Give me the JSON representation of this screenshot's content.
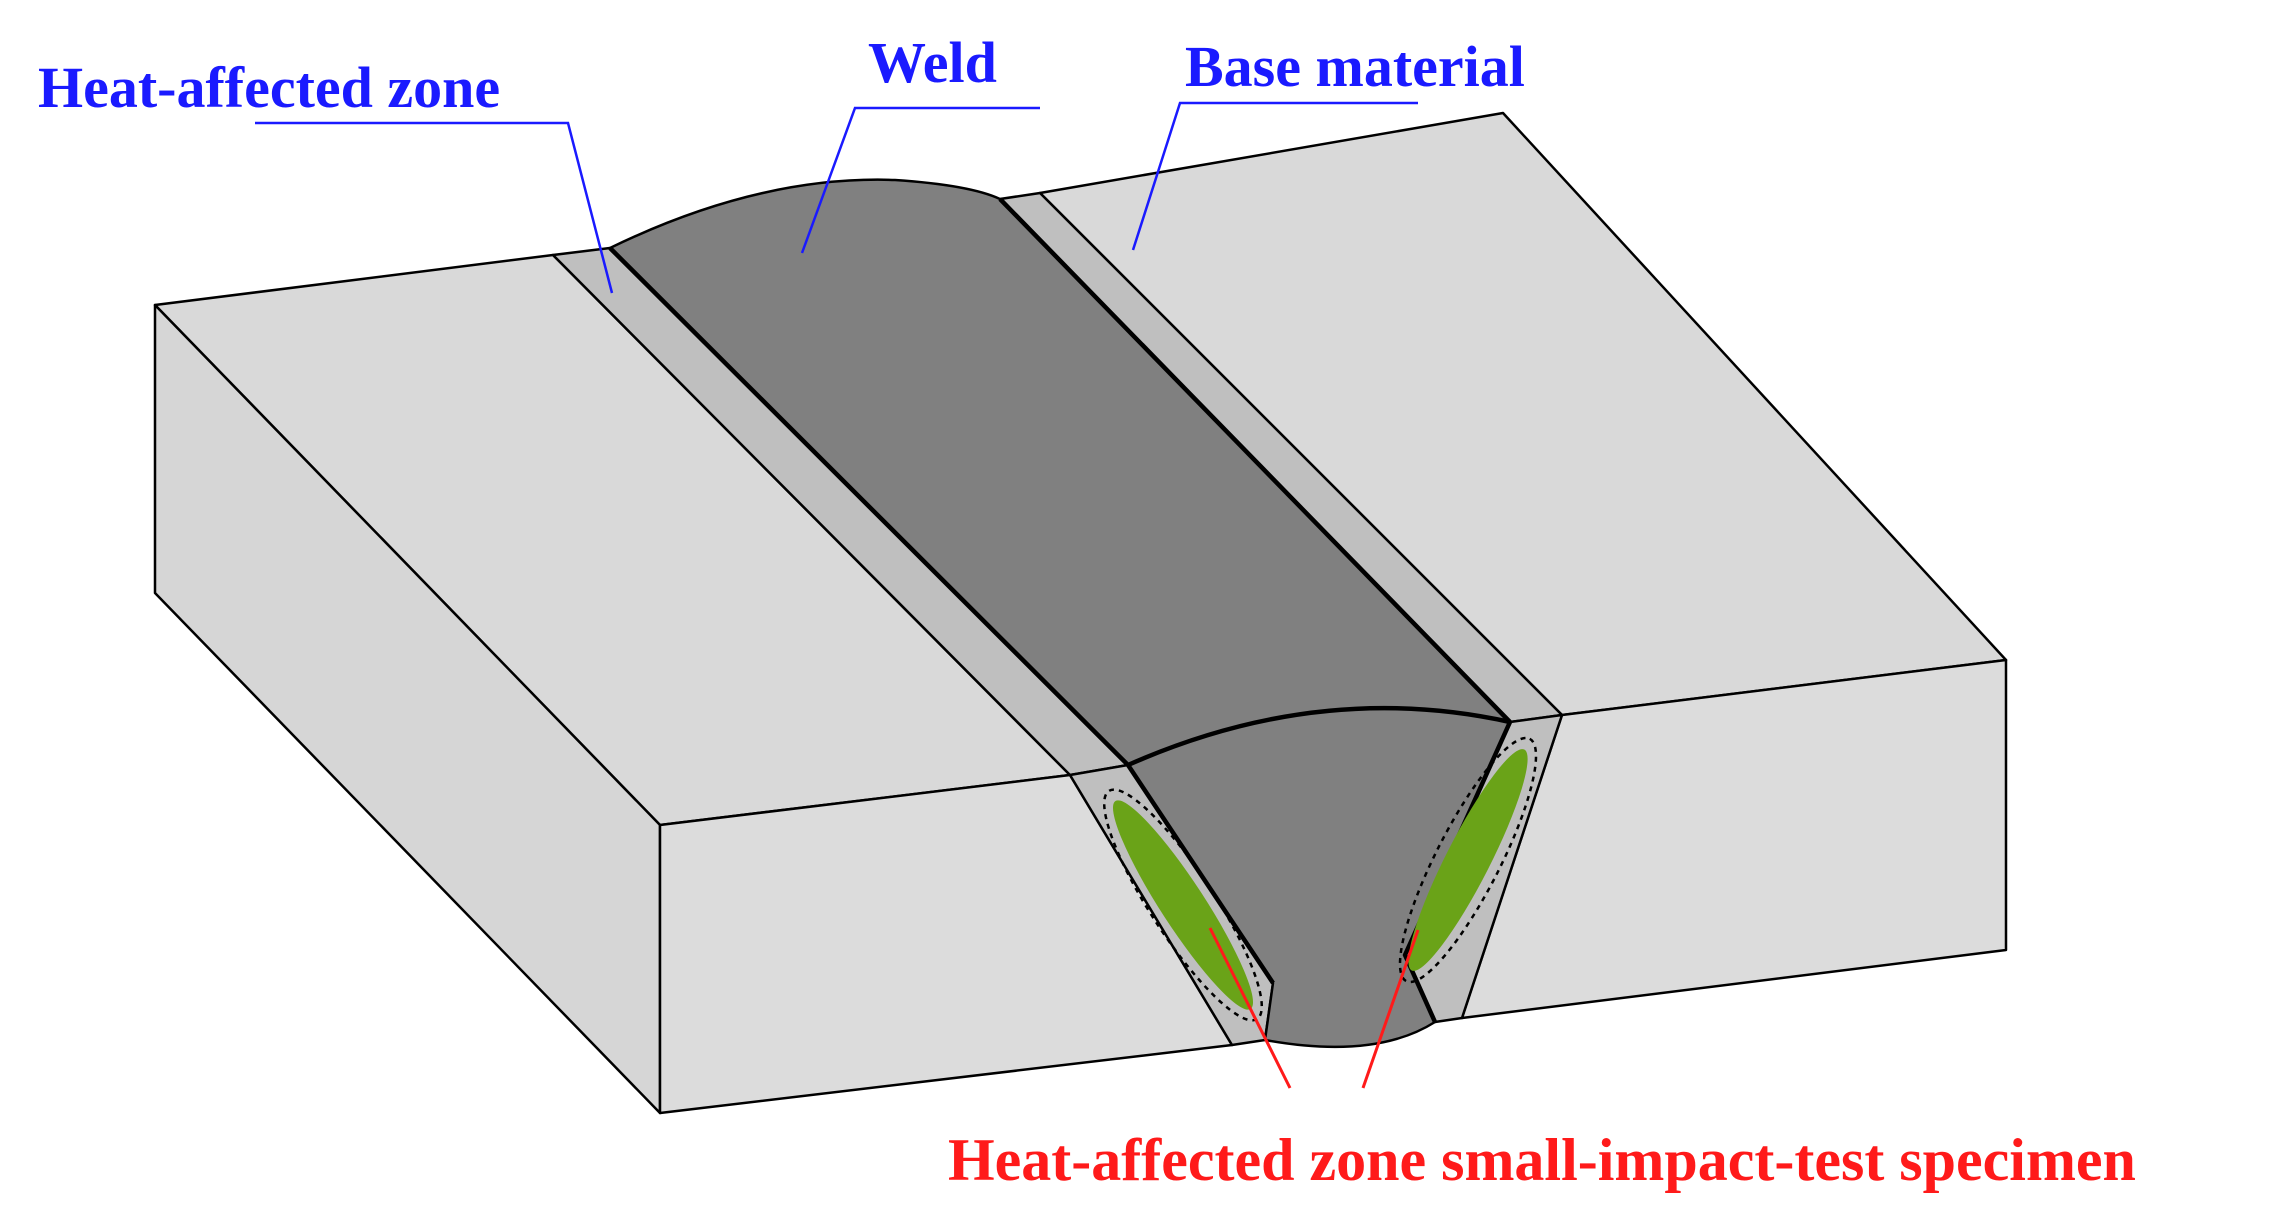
{
  "labels": {
    "haz_top": "Heat-affected zone",
    "weld": "Weld",
    "base_material": "Base material",
    "specimen": "Heat-affected zone small-impact-test specimen"
  },
  "colors": {
    "base_top": "#d9d9d9",
    "base_front": "#dcdcdc",
    "base_side": "#d6d6d6",
    "haz": "#bfbfbf",
    "weld": "#808080",
    "specimen": "#6aa318",
    "label_blue": "#1a1aff",
    "label_red": "#ff1a1a"
  }
}
